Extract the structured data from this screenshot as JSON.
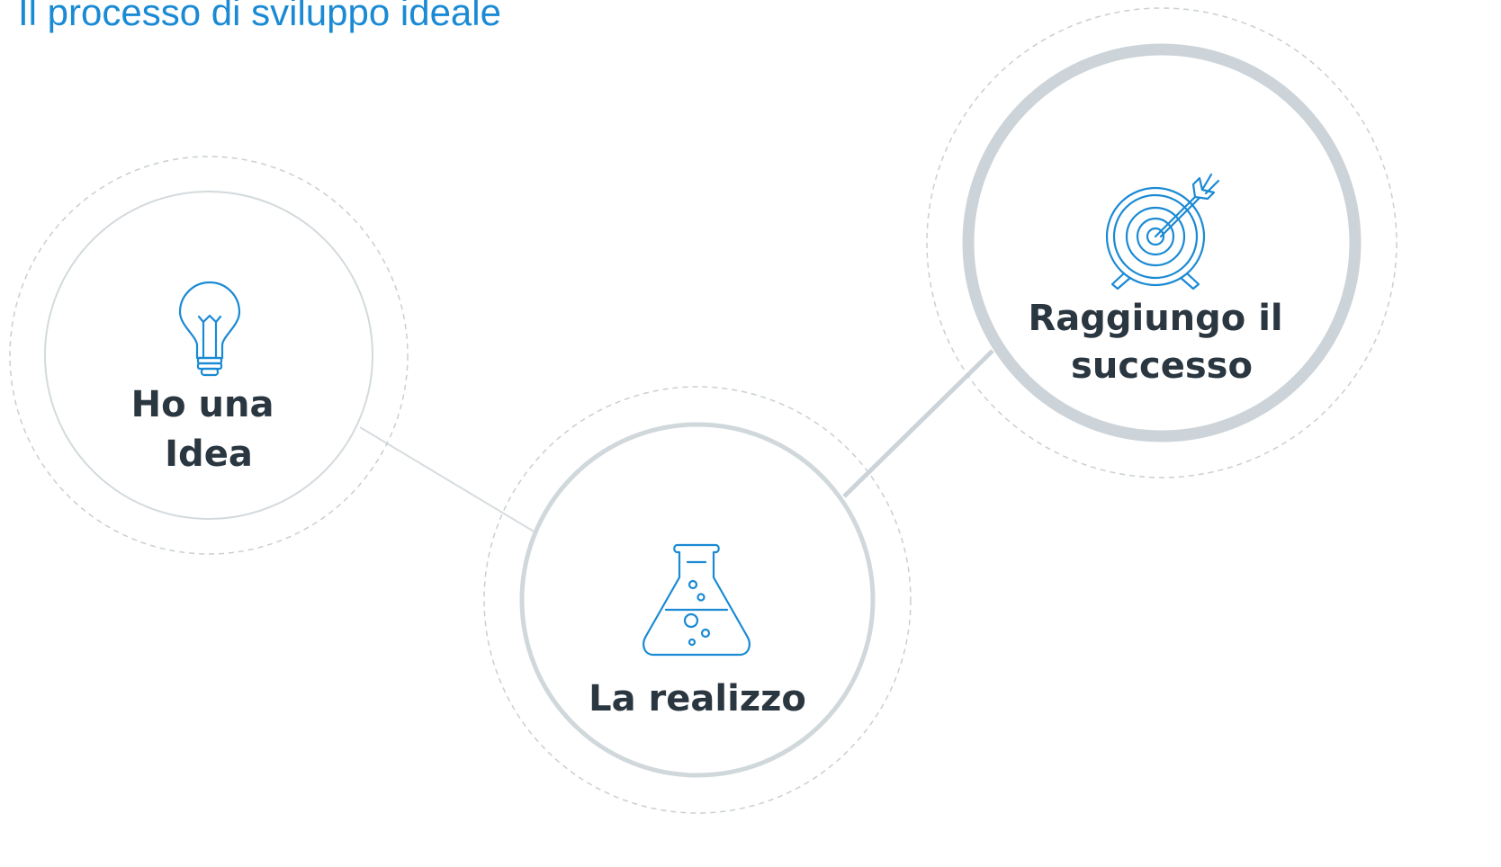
{
  "title": "Il processo di sviluppo ideale",
  "colors": {
    "title": "#1a8ad4",
    "icon": "#1a8ad4",
    "text": "#2a3640",
    "ring": "#d0d8dc",
    "dashed_ring": "#c9cfd2"
  },
  "steps": [
    {
      "icon": "lightbulb-icon",
      "label_lines": [
        "Ho una",
        "Idea"
      ]
    },
    {
      "icon": "flask-icon",
      "label_lines": [
        "La realizzo"
      ]
    },
    {
      "icon": "target-arrow-icon",
      "label_lines": [
        "Raggiungo il",
        "successo"
      ]
    }
  ]
}
